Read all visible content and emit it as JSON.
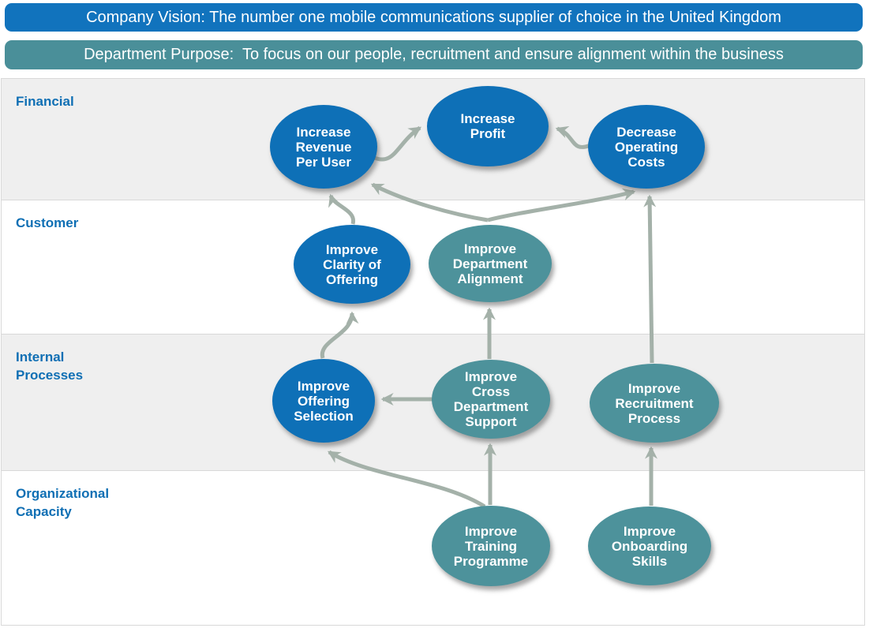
{
  "banners": {
    "vision": "Company Vision: The number one mobile communications supplier of choice in the United Kingdom",
    "purpose": "Department Purpose:  To focus on our people, recruitment and ensure alignment within the business"
  },
  "perspectives": [
    {
      "label": "Financial",
      "lines": [
        "Financial"
      ]
    },
    {
      "label": "Customer",
      "lines": [
        "Customer"
      ]
    },
    {
      "label": "Internal Processes",
      "lines": [
        "Internal",
        "Processes"
      ]
    },
    {
      "label": "Organizational Capacity",
      "lines": [
        "Organizational",
        "Capacity"
      ]
    }
  ],
  "nodes": [
    {
      "id": "increase-revenue-per-user",
      "label": "Increase Revenue Per User",
      "lines": [
        "Increase",
        "Revenue",
        "Per User"
      ],
      "theme": "blue",
      "perspective": "Financial"
    },
    {
      "id": "increase-profit",
      "label": "Increase Profit",
      "lines": [
        "Increase",
        "Profit"
      ],
      "theme": "blue",
      "perspective": "Financial"
    },
    {
      "id": "decrease-operating-costs",
      "label": "Decrease Operating Costs",
      "lines": [
        "Decrease",
        "Operating",
        "Costs"
      ],
      "theme": "blue",
      "perspective": "Financial"
    },
    {
      "id": "improve-clarity-of-offering",
      "label": "Improve Clarity of Offering",
      "lines": [
        "Improve",
        "Clarity of",
        "Offering"
      ],
      "theme": "blue",
      "perspective": "Customer"
    },
    {
      "id": "improve-department-alignment",
      "label": "Improve Department Alignment",
      "lines": [
        "Improve",
        "Department",
        "Alignment"
      ],
      "theme": "teal",
      "perspective": "Customer"
    },
    {
      "id": "improve-offering-selection",
      "label": "Improve Offering Selection",
      "lines": [
        "Improve",
        "Offering",
        "Selection"
      ],
      "theme": "blue",
      "perspective": "Internal Processes"
    },
    {
      "id": "improve-cross-department-support",
      "label": "Improve Cross Department Support",
      "lines": [
        "Improve",
        "Cross",
        "Department",
        "Support"
      ],
      "theme": "teal",
      "perspective": "Internal Processes"
    },
    {
      "id": "improve-recruitment-process",
      "label": "Improve Recruitment Process",
      "lines": [
        "Improve",
        "Recruitment",
        "Process"
      ],
      "theme": "teal",
      "perspective": "Internal Processes"
    },
    {
      "id": "improve-training-programme",
      "label": "Improve Training Programme",
      "lines": [
        "Improve",
        "Training",
        "Programme"
      ],
      "theme": "teal",
      "perspective": "Organizational Capacity"
    },
    {
      "id": "improve-onboarding-skills",
      "label": "Improve Onboarding Skills",
      "lines": [
        "Improve",
        "Onboarding",
        "Skills"
      ],
      "theme": "teal",
      "perspective": "Organizational Capacity"
    }
  ],
  "edges": [
    {
      "from": "increase-revenue-per-user",
      "to": "increase-profit"
    },
    {
      "from": "decrease-operating-costs",
      "to": "increase-profit"
    },
    {
      "from": "improve-clarity-of-offering",
      "to": "increase-revenue-per-user"
    },
    {
      "from": "improve-department-alignment",
      "to": "increase-revenue-per-user"
    },
    {
      "from": "improve-department-alignment",
      "to": "decrease-operating-costs"
    },
    {
      "from": "improve-recruitment-process",
      "to": "decrease-operating-costs"
    },
    {
      "from": "improve-offering-selection",
      "to": "improve-clarity-of-offering"
    },
    {
      "from": "improve-cross-department-support",
      "to": "improve-department-alignment"
    },
    {
      "from": "improve-cross-department-support",
      "to": "improve-offering-selection"
    },
    {
      "from": "improve-training-programme",
      "to": "improve-offering-selection"
    },
    {
      "from": "improve-training-programme",
      "to": "improve-cross-department-support"
    },
    {
      "from": "improve-onboarding-skills",
      "to": "improve-recruitment-process"
    }
  ],
  "colors": {
    "banner_blue": "#1173BD",
    "banner_teal": "#4A8F99",
    "node_blue": "#0E70B7",
    "node_teal": "#4D929B",
    "arrow": "#A4B1A9",
    "band_gray": "#EFEFEF",
    "band_white": "#FFFFFF",
    "band_border": "#D9D9D9",
    "label_blue": "#0F6FB4",
    "node_text": "#FFFFFF"
  }
}
